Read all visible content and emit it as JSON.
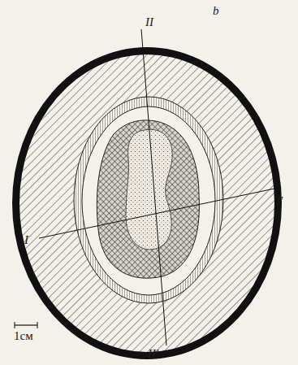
{
  "diagram": {
    "labels": [
      "II",
      "I'",
      "I",
      "II'",
      "1см",
      "b"
    ]
  }
}
